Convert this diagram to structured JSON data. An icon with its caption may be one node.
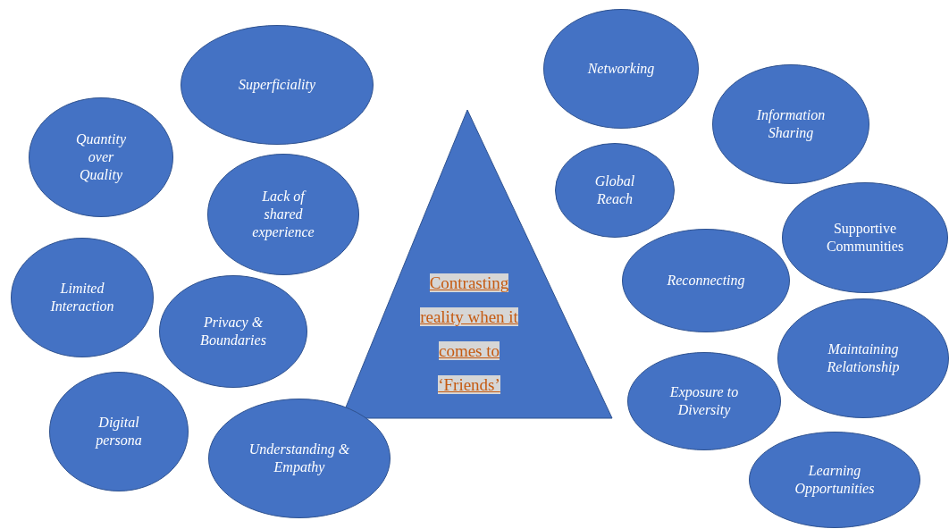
{
  "diagram": {
    "nodes": [
      {
        "text": [
          "Contrasting reality when it comes to ‘Friends’"
        ]
      },
      {
        "text": [
          "Superficiality"
        ]
      },
      {
        "text": [
          "Quantity over Quality"
        ]
      },
      {
        "text": [
          "Lack of shared experience"
        ]
      },
      {
        "text": [
          "Limited Interaction"
        ]
      },
      {
        "text": [
          "Privacy & Boundaries"
        ]
      },
      {
        "text": [
          "Digital persona"
        ]
      },
      {
        "text": [
          "Understanding & Empathy"
        ]
      },
      {
        "text": [
          "Networking"
        ]
      },
      {
        "text": [
          "Information Sharing"
        ]
      },
      {
        "text": [
          "Global Reach"
        ]
      },
      {
        "text": [
          "Supportive Communities"
        ]
      },
      {
        "text": [
          "Reconnecting"
        ]
      },
      {
        "text": [
          "Maintaining Relationship"
        ]
      },
      {
        "text": [
          "Exposure to Diversity"
        ]
      },
      {
        "text": [
          "Learning Opportunities"
        ]
      }
    ]
  }
}
